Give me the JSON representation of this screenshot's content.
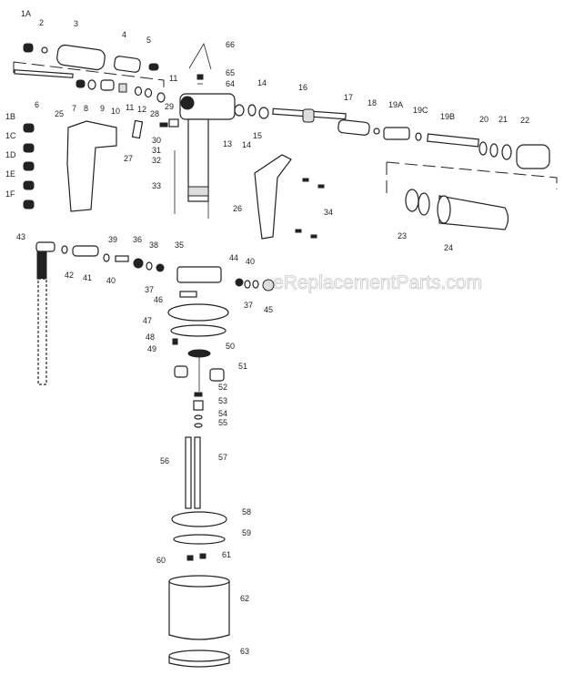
{
  "diagram": {
    "title": "Exploded parts diagram",
    "watermark": "eReplacementParts.com",
    "part_labels": [
      "1A",
      "2",
      "3",
      "4",
      "5",
      "66",
      "65",
      "64",
      "6",
      "7",
      "8",
      "9",
      "10",
      "11",
      "12",
      "11",
      "1B",
      "25",
      "28",
      "29",
      "30",
      "31",
      "32",
      "13",
      "14",
      "15",
      "14",
      "16",
      "17",
      "18",
      "19A",
      "19C",
      "19B",
      "20",
      "21",
      "22",
      "1C",
      "1D",
      "1E",
      "1F",
      "27",
      "33",
      "26",
      "34",
      "23",
      "24",
      "43",
      "42",
      "41",
      "40",
      "39",
      "36",
      "38",
      "35",
      "44",
      "40",
      "37",
      "37",
      "45",
      "46",
      "47",
      "48",
      "49",
      "50",
      "51",
      "52",
      "53",
      "54",
      "55",
      "56",
      "57",
      "58",
      "59",
      "60",
      "61",
      "62",
      "63"
    ]
  }
}
